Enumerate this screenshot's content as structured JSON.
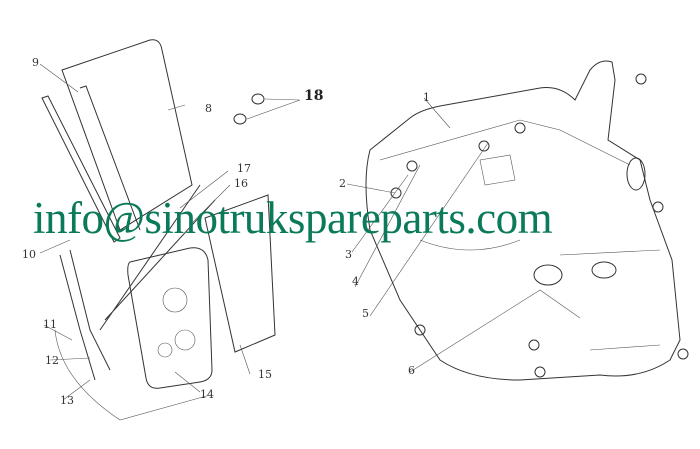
{
  "watermark": "info@sinotrukspareparts.com",
  "watermark_color": "#0b7a5a",
  "part_labels": {
    "p1": "1",
    "p2": "2",
    "p3": "3",
    "p4": "4",
    "p5": "5",
    "p6": "6",
    "p8": "8",
    "p9": "9",
    "p10": "10",
    "p11": "11",
    "p12": "12",
    "p13": "13",
    "p14": "14",
    "p15": "15",
    "p16": "16",
    "p17": "17",
    "p18": "18"
  }
}
